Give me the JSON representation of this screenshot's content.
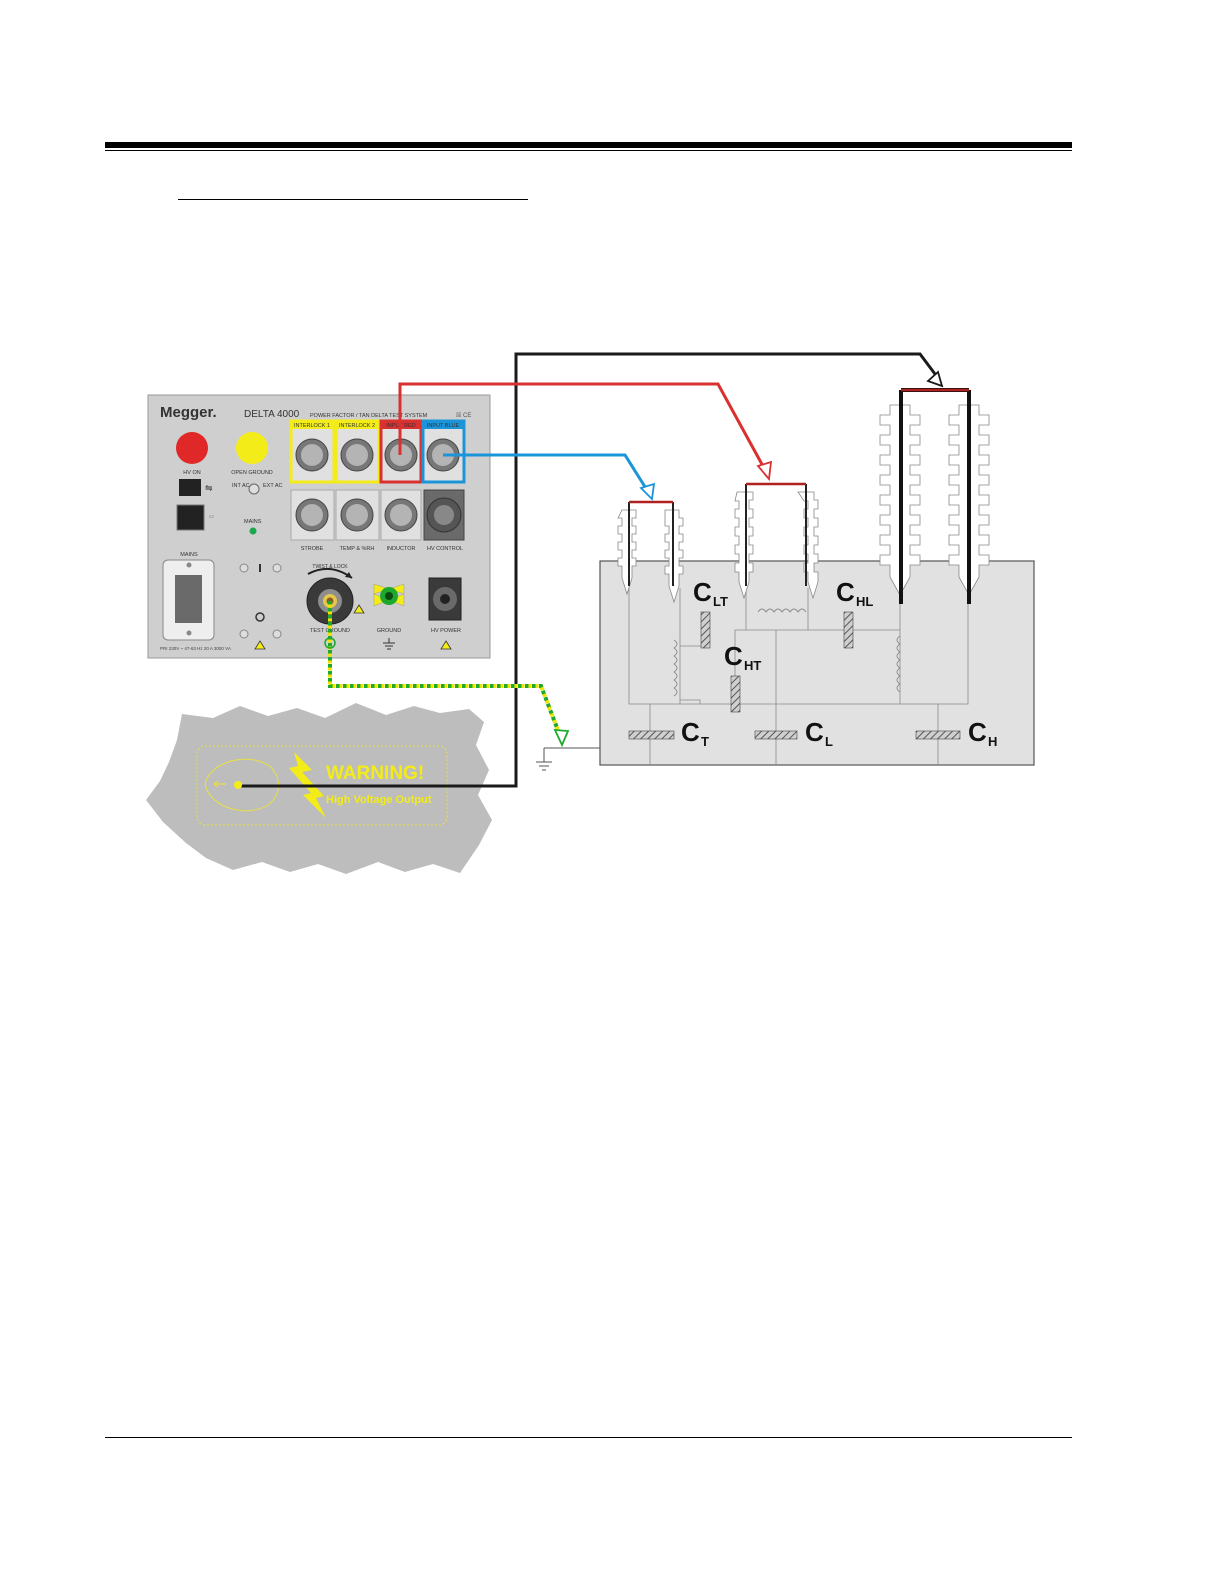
{
  "panel": {
    "brand": "Megger.",
    "model": "DELTA 4000",
    "subtitle": "POWER FACTOR / TAN DELTA TEST SYSTEM",
    "hv_on": "HV ON",
    "open_ground": "OPEN GROUND",
    "interlock1": "INTERLOCK 1",
    "interlock2": "INTERLOCK 2",
    "input_red": "INPUT RED",
    "input_blue": "INPUT BLUE",
    "strobe": "STROBE",
    "temp_rh": "TEMP & %RH",
    "inductor": "INDUCTOR",
    "hv_control": "HV CONTROL",
    "mains": "MAINS",
    "twist_lock": "TWIST & LOCK",
    "test_ground": "TEST GROUND",
    "ground": "GROUND",
    "hv_power": "HV POWER",
    "int_ac": "INT AC",
    "ext_ac": "EXT AC",
    "rating": "PRI 230V ~ 47-63 Hz 20 A 3000 VA",
    "mains_led": "MAINS"
  },
  "warning": {
    "title": "WARNING!",
    "subtitle": "High Voltage Output"
  },
  "capacitances": {
    "clt": "LT",
    "chl": "HL",
    "cht": "HT",
    "ct": "T",
    "cl": "L",
    "ch": "H",
    "c": "C"
  },
  "colors": {
    "red_lead": "#d93030",
    "blue_lead": "#1b95d8",
    "black_lead": "#1a1a1a",
    "ground_lead": "#1da82e",
    "ground_lead_alt": "#f0e400",
    "panel": "#cfcfcf",
    "tank": "#e1e1e1"
  }
}
